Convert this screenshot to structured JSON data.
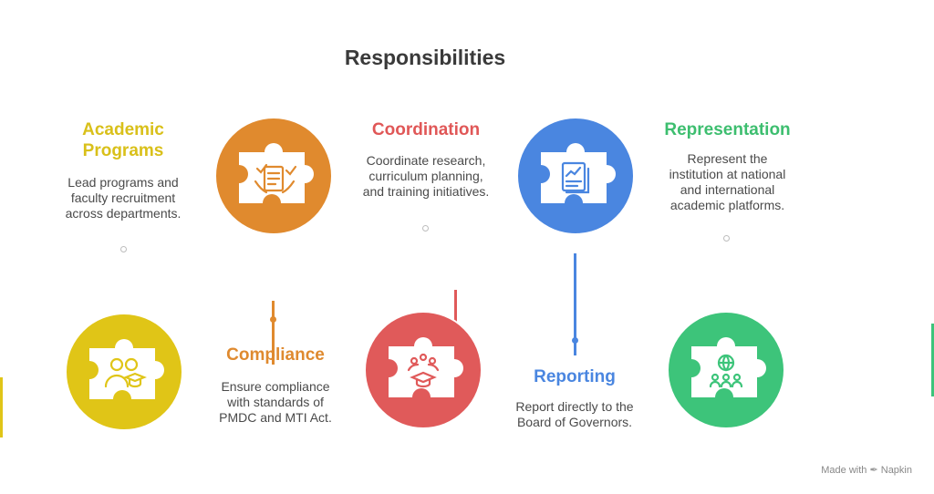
{
  "title": "Responsibilities",
  "colors": {
    "yellow": "#E0C517",
    "orange": "#E08A2E",
    "red": "#E05A5A",
    "blue": "#4A86E0",
    "green": "#3DC47A",
    "heading_yellow": "#D9C01A",
    "heading_orange": "#DF8A2F",
    "heading_red": "#E05757",
    "heading_blue": "#4A86E0",
    "heading_green": "#3DBE6F"
  },
  "items": [
    {
      "heading": [
        "Academic",
        "Programs"
      ],
      "description": [
        "Lead programs and",
        "faculty recruitment",
        "across departments."
      ],
      "icon": "team-graduation-icon"
    },
    {
      "heading": [
        "Compliance"
      ],
      "description": [
        "Ensure compliance",
        "with standards of",
        "PMDC and MTI Act."
      ],
      "icon": "checklist-hand-icon"
    },
    {
      "heading": [
        "Coordination"
      ],
      "description": [
        "Coordinate research,",
        "curriculum planning,",
        "and training initiatives."
      ],
      "icon": "network-graduation-icon"
    },
    {
      "heading": [
        "Reporting"
      ],
      "description": [
        "Report directly to the",
        "Board of Governors."
      ],
      "icon": "report-chart-icon"
    },
    {
      "heading": [
        "Representation"
      ],
      "description": [
        "Represent the",
        "institution at national",
        "and international",
        "academic platforms."
      ],
      "icon": "globe-people-icon"
    }
  ],
  "footer": {
    "made_with": "Made with",
    "brand": "Napkin"
  }
}
